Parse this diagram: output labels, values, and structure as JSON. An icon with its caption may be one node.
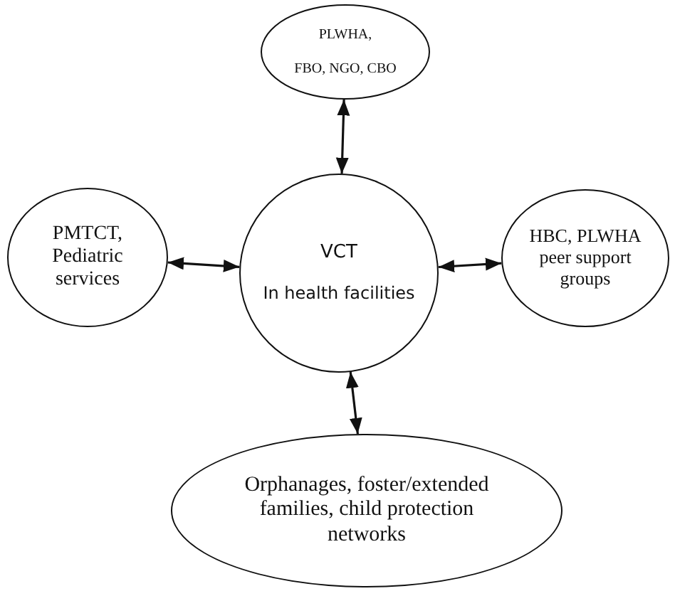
{
  "diagram": {
    "nodes": [
      {
        "text": [
          "PLWHA,",
          "FBO, NGO, CBO"
        ]
      },
      {
        "text": [
          "PMTCT, Pediatric services"
        ]
      },
      {
        "text": [
          "VCT",
          "In health facilities"
        ]
      },
      {
        "text": [
          "HBC, PLWHA peer support groups"
        ]
      },
      {
        "text": [
          "Orphanages, foster/extended families, child protection networks"
        ]
      }
    ],
    "edges": [
      {
        "from": 2,
        "to": 0,
        "arrow": "both"
      },
      {
        "from": 2,
        "to": 1,
        "arrow": "both"
      },
      {
        "from": 2,
        "to": 3,
        "arrow": "both"
      },
      {
        "from": 2,
        "to": 4,
        "arrow": "both"
      }
    ]
  }
}
